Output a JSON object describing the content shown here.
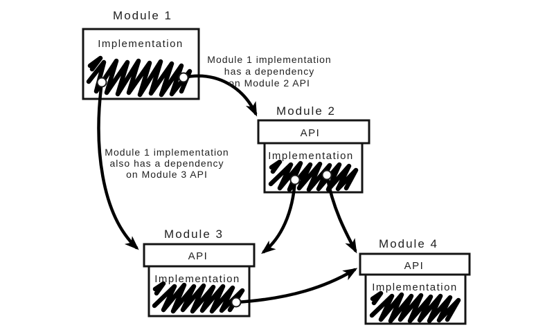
{
  "colors": {
    "background": "#ffffff",
    "ink": "#000000",
    "text": "#1f1f1f"
  },
  "modules": [
    {
      "title": "Module 1",
      "implementation_label": "Implementation"
    },
    {
      "title": "Module 2",
      "api_label": "API",
      "implementation_label": "Implementation"
    },
    {
      "title": "Module 3",
      "api_label": "API",
      "implementation_label": "Implementation"
    },
    {
      "title": "Module 4",
      "api_label": "API",
      "implementation_label": "Implementation"
    }
  ],
  "annotations": [
    {
      "lines": [
        "Module 1 implementation",
        "has a dependency",
        "on Module 2 API"
      ]
    },
    {
      "lines": [
        "Module 1 implementation",
        "also has a dependency",
        "on Module 3 API"
      ]
    }
  ],
  "arrows": [
    {
      "from": "Module 1 implementation",
      "to": "Module 2 API"
    },
    {
      "from": "Module 1 implementation",
      "to": "Module 3 API"
    },
    {
      "from": "Module 2 implementation",
      "to": "Module 3 API"
    },
    {
      "from": "Module 2 implementation",
      "to": "Module 4 API"
    },
    {
      "from": "Module 3 implementation",
      "to": "Module 4 API"
    }
  ]
}
